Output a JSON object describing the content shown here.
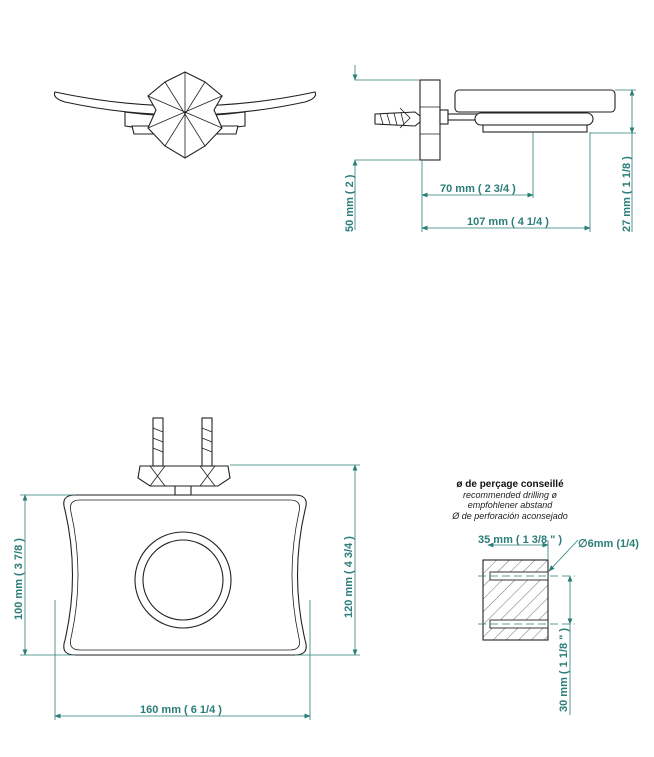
{
  "side_view": {
    "height_label": "50 mm ( 2 )",
    "projection_label": "70 mm ( 2 3/4 )",
    "depth_label": "107 mm ( 4 1/4 )",
    "dish_height_label": "27 mm ( 1 1/8 )"
  },
  "top_view": {
    "dish_height_label": "100 mm ( 3 7/8 )",
    "total_height_label": "120 mm ( 4 3/4 )",
    "width_label": "160 mm ( 6 1/4 )"
  },
  "drilling": {
    "title": "ø de perçage conseillé",
    "subtitle_en": "recommended drilling ø",
    "subtitle_de": "empfohlener abstand",
    "subtitle_es": "Ø de perforación aconsejado",
    "depth_label": "35 mm ( 1 3/8 \" )",
    "diameter_label": "∅6mm (1/4)",
    "spacing_label": "30 mm ( 1 1/8 \" )"
  },
  "colors": {
    "dimension": "#2a7d78",
    "outline": "#222222"
  }
}
